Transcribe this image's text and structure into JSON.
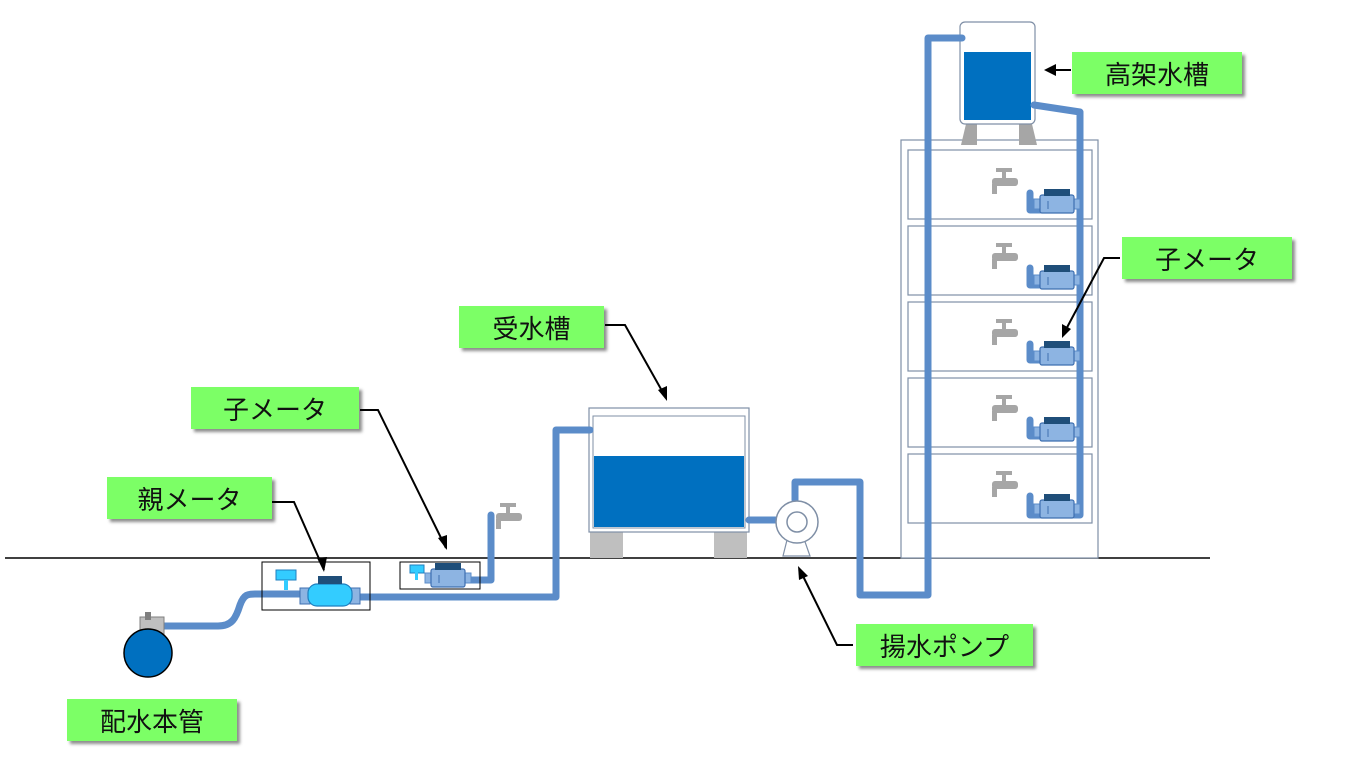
{
  "labels": {
    "main_pipe": "配水本管",
    "parent_meter": "親メータ",
    "child_meter_left": "子メータ",
    "receiving_tank": "受水槽",
    "elevated_tank": "高架水槽",
    "child_meter_right": "子メータ",
    "pump": "揚水ポンプ"
  },
  "colors": {
    "pipe": "#5B8CC9",
    "water": "#0070C0",
    "label_bg": "#7CFF66",
    "meter_body": "#8DB4E2",
    "meter_parent": "#33CCFF",
    "faucet": "#A6A6A6",
    "ground": "#000000"
  }
}
